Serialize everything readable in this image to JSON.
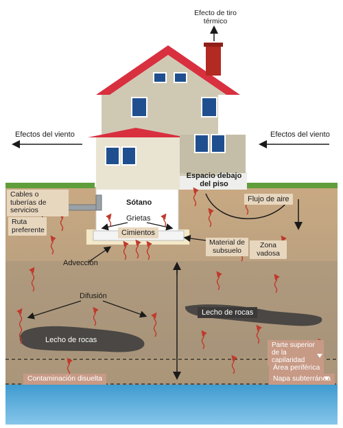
{
  "labels": {
    "stack_effect": "Efecto de tiro térmico",
    "wind_left": "Efectos del viento",
    "wind_right": "Efectos del viento",
    "crawl_space": "Espacio debajo del piso",
    "basement": "Sótano",
    "cracks": "Grietas",
    "foundation": "Cimientos",
    "utilities": "Cables o tuberías de servicios",
    "preferred_path": "Ruta preferente",
    "air_flow": "Flujo de aire",
    "subslab_material": "Material de subsuelo",
    "vadose_zone": "Zona vadosa",
    "advection": "Advección",
    "diffusion": "Difusión",
    "bedrock_right": "Lecho de rocas",
    "bedrock_left": "Lecho de rocas",
    "capillary_top": "Parte superior de la capilaridad",
    "peripheral_area": "Área periférica",
    "water_table": "Napa subterránea",
    "dissolved_contamination": "Contaminación disuelta"
  },
  "colors": {
    "soil": "#c9ae8a",
    "grass": "#5f9e3a",
    "water": "#4aa6d6",
    "house_siding": "#cfc9b4",
    "roof": "#d8303f",
    "chimney": "#b22a22",
    "window": "#1f4f8f",
    "vapor_arrow": "#c0392b"
  },
  "icons": [
    "down-triangle-icon"
  ]
}
